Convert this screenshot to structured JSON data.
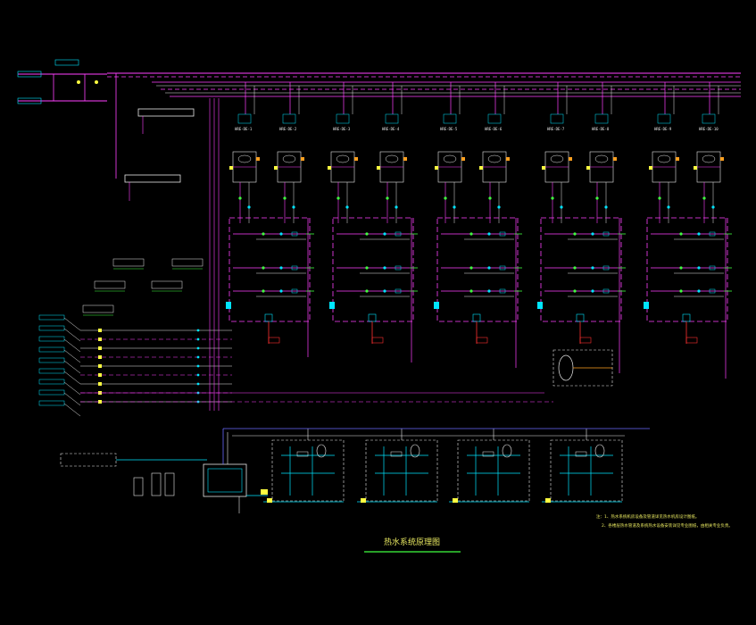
{
  "drawing": {
    "title": "热水系统原理图",
    "notes": [
      "注：1、热水系统机房设备及管道详见热水机房设计图纸。",
      "2、各楼层热水管道及系统热水设备安装详见专业图纸，由相关专业负责。"
    ]
  },
  "units": [
    {
      "label": "HRE-DE-1"
    },
    {
      "label": "HRE-DE-2"
    },
    {
      "label": "HRE-DE-3"
    },
    {
      "label": "HRE-DE-4"
    },
    {
      "label": "HRE-DE-5"
    },
    {
      "label": "HRE-DE-6"
    },
    {
      "label": "HRE-DE-7"
    },
    {
      "label": "HRE-DE-8"
    },
    {
      "label": "HRE-DE-9"
    },
    {
      "label": "HRE-DE-10"
    }
  ],
  "colors": {
    "background": "#000000",
    "magenta": "#ff40ff",
    "cyan": "#00e5ff",
    "white": "#e8e8e8",
    "yellow": "#ffff40",
    "green": "#40ff40",
    "red": "#ff3030",
    "blue": "#6b6bff",
    "orange": "#ffa020"
  }
}
